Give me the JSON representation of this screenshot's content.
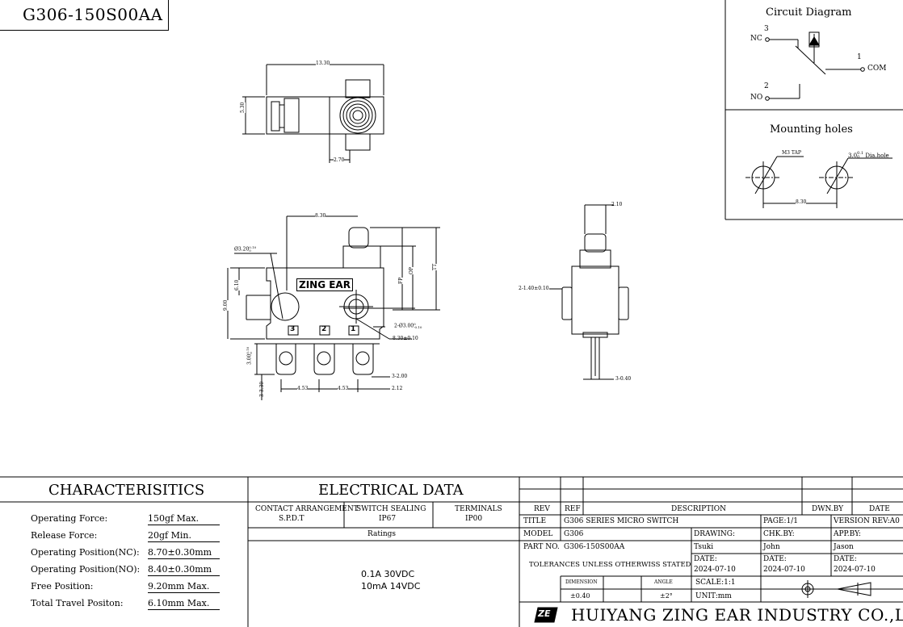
{
  "part_number": "G306-150S00AA",
  "circuit": {
    "title": "Circuit Diagram",
    "nc_num": "3",
    "nc_label": "NC",
    "com_num": "1",
    "com_label": "COM",
    "no_num": "2",
    "no_label": "NO"
  },
  "mounting": {
    "title": "Mounting holes",
    "tap": "M3 TAP",
    "dia_hole_base": "3.0",
    "dia_hole_tol_upper": "0.1",
    "dia_hole_tol_lower": "0",
    "dia_hole_suffix": "Dia.hole",
    "spacing": "8.30"
  },
  "dims": {
    "top_width": "13.30",
    "top_height": "5.30",
    "top_offset": "2.70",
    "front_830": "8.30",
    "hole_dia_base": "Ø3.20",
    "hole_dia_tol": "0.10",
    "hole_dia_tol_lower": "0",
    "h_900": "9.00",
    "h_610": "6.10",
    "fp": "FP",
    "op": "OP",
    "tt": "TT",
    "pin_hole_base": "2-Ø3.00",
    "pin_hole_tol_upper": "0",
    "pin_hole_tol_lower": "-0.10",
    "pos_830": "8.30±0.10",
    "term_300_base": "3.00",
    "term_300_tol_upper": "0.10",
    "term_300_tol_lower": "0",
    "term_330": "3-3.30",
    "term_200": "3-2.00",
    "pitch1": "4.53",
    "pitch2": "4.53",
    "last": "2.12",
    "side_210": "2.10",
    "side_140": "2-1.40±0.10",
    "side_040": "3-0.40",
    "logo": "ZING EAR",
    "pin3": "3",
    "pin2": "2",
    "pin1": "1"
  },
  "characteristics": {
    "title": "CHARACTERISITICS",
    "rows": [
      {
        "label": "Operating Force:",
        "value": "150gf Max."
      },
      {
        "label": "Release Force:",
        "value": "20gf Min."
      },
      {
        "label": "Operating Position(NC):",
        "value": "8.70±0.30mm"
      },
      {
        "label": "Operating Position(NO):",
        "value": "8.40±0.30mm"
      },
      {
        "label": "Free Position:",
        "value": "9.20mm Max."
      },
      {
        "label": "Total Travel Positon:",
        "value": "6.10mm Max."
      }
    ]
  },
  "electrical": {
    "title": "ELECTRICAL DATA",
    "h1": "CONTACT ARRANGEMENT",
    "v1": "S.P.D.T",
    "h2": "SWITCH SEALING",
    "v2": "IP67",
    "h3": "TERMINALS",
    "v3": "IP00",
    "ratings_label": "Ratings",
    "rating1": "0.1A 30VDC",
    "rating2": "10mA 14VDC"
  },
  "titleblock": {
    "rev_h": "REV",
    "ref_h": "REF",
    "desc_h": "DESCRIPTION",
    "dwn_h": "DWN.BY",
    "date_h": "DATE",
    "title_lbl": "TITLE",
    "title_val": "G306 SERIES MICRO SWITCH",
    "page": "PAGE:1/1",
    "version": "VERSION REV:A0",
    "model_lbl": "MODEL",
    "model_val": "G306",
    "drawing_lbl": "DRAWING:",
    "chk_lbl": "CHK.BY:",
    "app_lbl": "APP.BY:",
    "partno_lbl": "PART NO.",
    "partno_val": "G306-150S00AA",
    "drawing_name": "Tsuki",
    "chk_name": "John",
    "app_name": "Jason",
    "tolerances": "TOLERANCES UNLESS OTHERWISS STATED",
    "date_lbl1": "DATE:",
    "date_lbl2": "DATE:",
    "date_lbl3": "DATE:",
    "date1": "2024-07-10",
    "date2": "2024-07-10",
    "date3": "2024-07-10",
    "dimension_lbl": "DIMENSION",
    "angle_lbl": "ANGLE",
    "dim_tol": "±0.40",
    "angle_tol": "±2°",
    "scale": "SCALE:1:1",
    "unit": "UNIT:mm",
    "company": "HUIYANG ZING EAR INDUSTRY CO.,LTD.",
    "company_logo": "ZE"
  }
}
